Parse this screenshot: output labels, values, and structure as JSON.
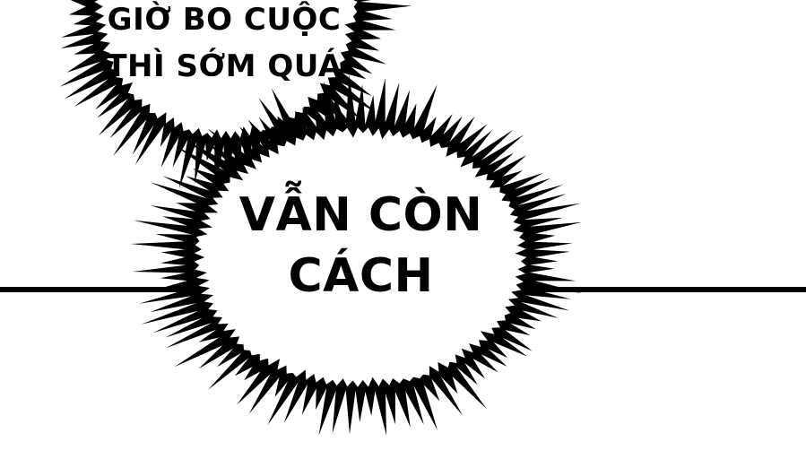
{
  "panel": {
    "bubbles": {
      "top": {
        "line1": "GIỜ BO CUỘC",
        "line2": "THÌ SỚM QUÁ"
      },
      "main": {
        "line1": "VẪN CÒN",
        "line2": "CÁCH"
      }
    },
    "colors": {
      "ink": "#000000",
      "background": "#ffffff"
    }
  }
}
